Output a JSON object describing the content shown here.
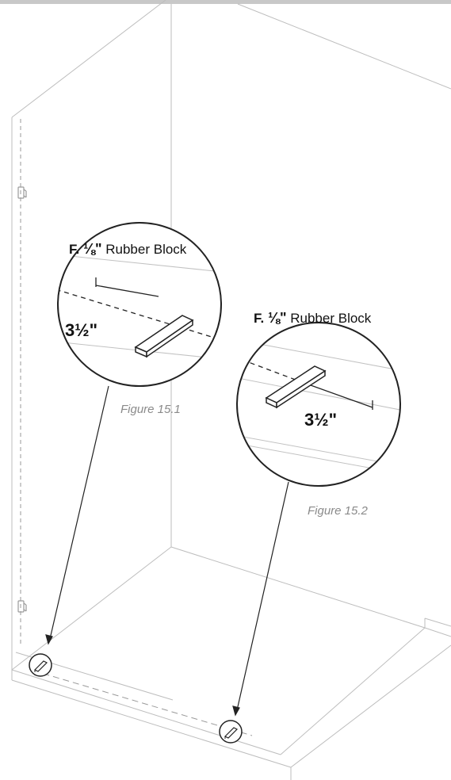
{
  "callouts": [
    {
      "letter": "F.",
      "size": "⅛\"",
      "part": "Rubber Block",
      "dimension": "3½\"",
      "caption": "Figure 15.1"
    },
    {
      "letter": "F.",
      "size": "⅛\"",
      "part": "Rubber Block",
      "dimension": "3½\"",
      "caption": "Figure 15.2"
    }
  ],
  "colors": {
    "line": "#b8b8b8",
    "ink": "#111111",
    "caption": "#8a8a8a"
  }
}
